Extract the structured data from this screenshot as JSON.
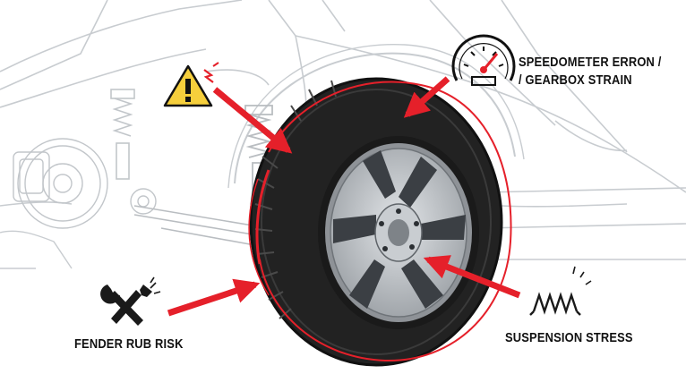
{
  "annotations": {
    "speedometer_line1": "SPEEDOMETER ERRON /",
    "speedometer_line2": "/ GEARBOX STRAIN",
    "fender_rub": "FENDER RUB RISK",
    "suspension": "SUSPENSION STRESS"
  },
  "icons": [
    "warning-icon",
    "speedometer-icon",
    "wrench-icon",
    "spring-icon"
  ],
  "colors": {
    "arrow": "#e5202a",
    "warning_fill": "#f6cf3c",
    "tire": "#1b1b1b",
    "rim": "#bfc3c7",
    "car_line": "#c8ccd0",
    "text": "#111111"
  }
}
